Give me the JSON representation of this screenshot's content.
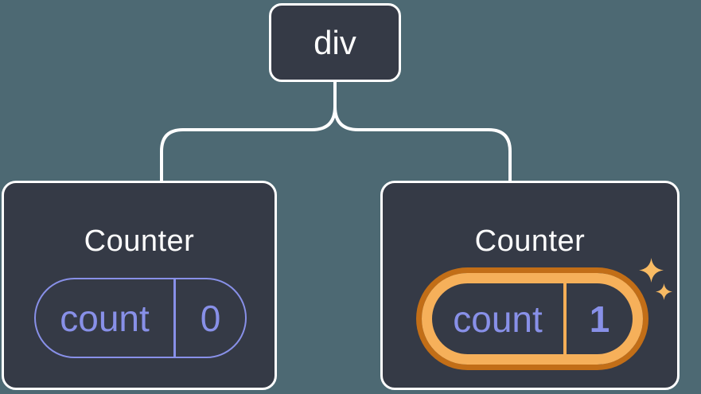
{
  "diagram": {
    "description": "React component tree: a div root with two Counter children; second Counter state freshly updated",
    "colors": {
      "background": "#4D6973",
      "node_fill": "#353A46",
      "node_border": "#FFFFFF",
      "connector": "#FFFFFF",
      "state_purple": "#8890E8",
      "highlight_orange_dark": "#C26E17",
      "highlight_orange_light": "#F6B05A",
      "highlight_divider": "#F5AE57",
      "sparkle": "#F8BB64",
      "title_text": "#FCFCFC"
    }
  },
  "tree": {
    "root": {
      "label": "div"
    },
    "children": [
      {
        "title": "Counter",
        "state": {
          "key": "count",
          "value": "0"
        },
        "highlighted": false
      },
      {
        "title": "Counter",
        "state": {
          "key": "count",
          "value": "1"
        },
        "highlighted": true
      }
    ]
  }
}
